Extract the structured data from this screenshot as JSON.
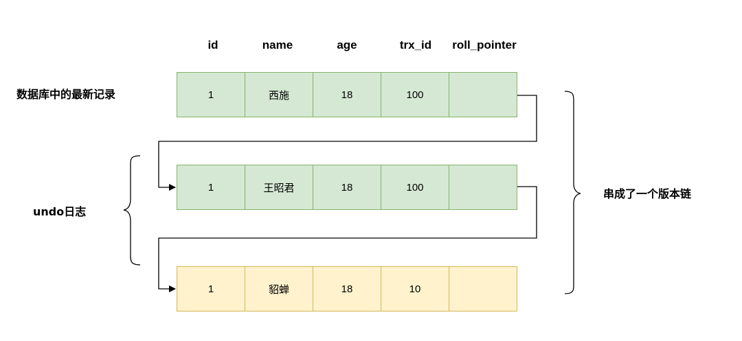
{
  "headers": [
    "id",
    "name",
    "age",
    "trx_id",
    "roll_pointer"
  ],
  "labels": {
    "latest": "数据库中的最新记录",
    "undo": "undo日志",
    "chain": "串成了一个版本链"
  },
  "rows": [
    {
      "kind": "latest",
      "color": "#d5e8d4",
      "cells": [
        "1",
        "西施",
        "18",
        "100",
        ""
      ]
    },
    {
      "kind": "undo",
      "color": "#d5e8d4",
      "cells": [
        "1",
        "王昭君",
        "18",
        "100",
        ""
      ]
    },
    {
      "kind": "undo",
      "color": "#fff2cc",
      "cells": [
        "1",
        "貂蝉",
        "18",
        "10",
        ""
      ]
    }
  ]
}
